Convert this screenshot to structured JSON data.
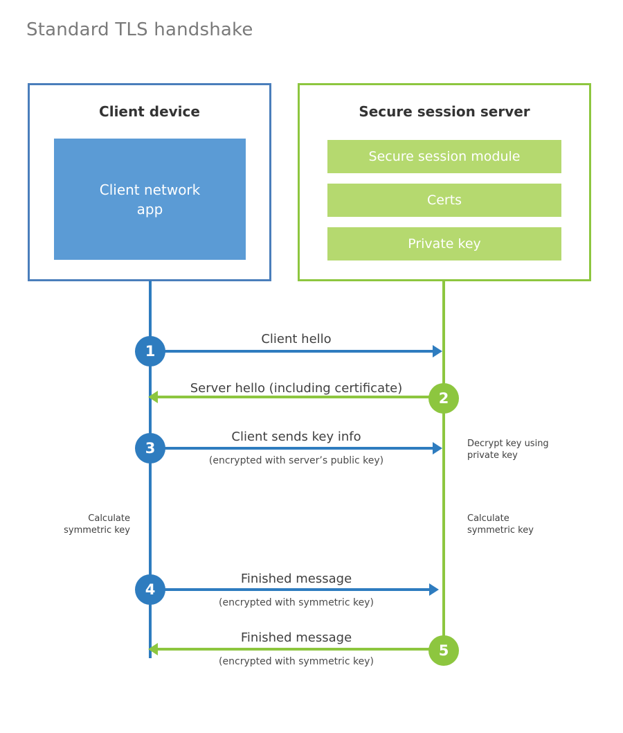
{
  "title": "Standard TLS handshake",
  "colors": {
    "client_blue": "#2e7cbf",
    "client_border": "#4a7ebb",
    "client_fill": "#5b9bd5",
    "server_green": "#8dc63f",
    "server_fill": "#b5d96f",
    "title_gray": "#7a7a7a",
    "text_dark": "#333333"
  },
  "client_panel": {
    "title": "Client device",
    "app_label": "Client network app"
  },
  "server_panel": {
    "title": "Secure session server",
    "rows": [
      {
        "label": "Secure session module"
      },
      {
        "label": "Certs"
      },
      {
        "label": "Private key"
      }
    ]
  },
  "steps": [
    {
      "number": "1",
      "label": "Client hello",
      "sublabel": "",
      "direction": "client-to-server",
      "color": "blue"
    },
    {
      "number": "2",
      "label": "Server hello (including certificate)",
      "sublabel": "",
      "direction": "server-to-client",
      "color": "green"
    },
    {
      "number": "3",
      "label": "Client sends key info",
      "sublabel": "(encrypted with server’s public key)",
      "direction": "client-to-server",
      "color": "blue"
    },
    {
      "number": "4",
      "label": "Finished message",
      "sublabel": "(encrypted with symmetric key)",
      "direction": "client-to-server",
      "color": "blue"
    },
    {
      "number": "5",
      "label": "Finished message",
      "sublabel": "(encrypted with symmetric key)",
      "direction": "server-to-client",
      "color": "green"
    }
  ],
  "notes": {
    "decrypt_key": "Decrypt key using\nprivate key",
    "calculate_symmetric_key_client": "Calculate\nsymmetric key",
    "calculate_symmetric_key_server": "Calculate\nsymmetric key"
  }
}
